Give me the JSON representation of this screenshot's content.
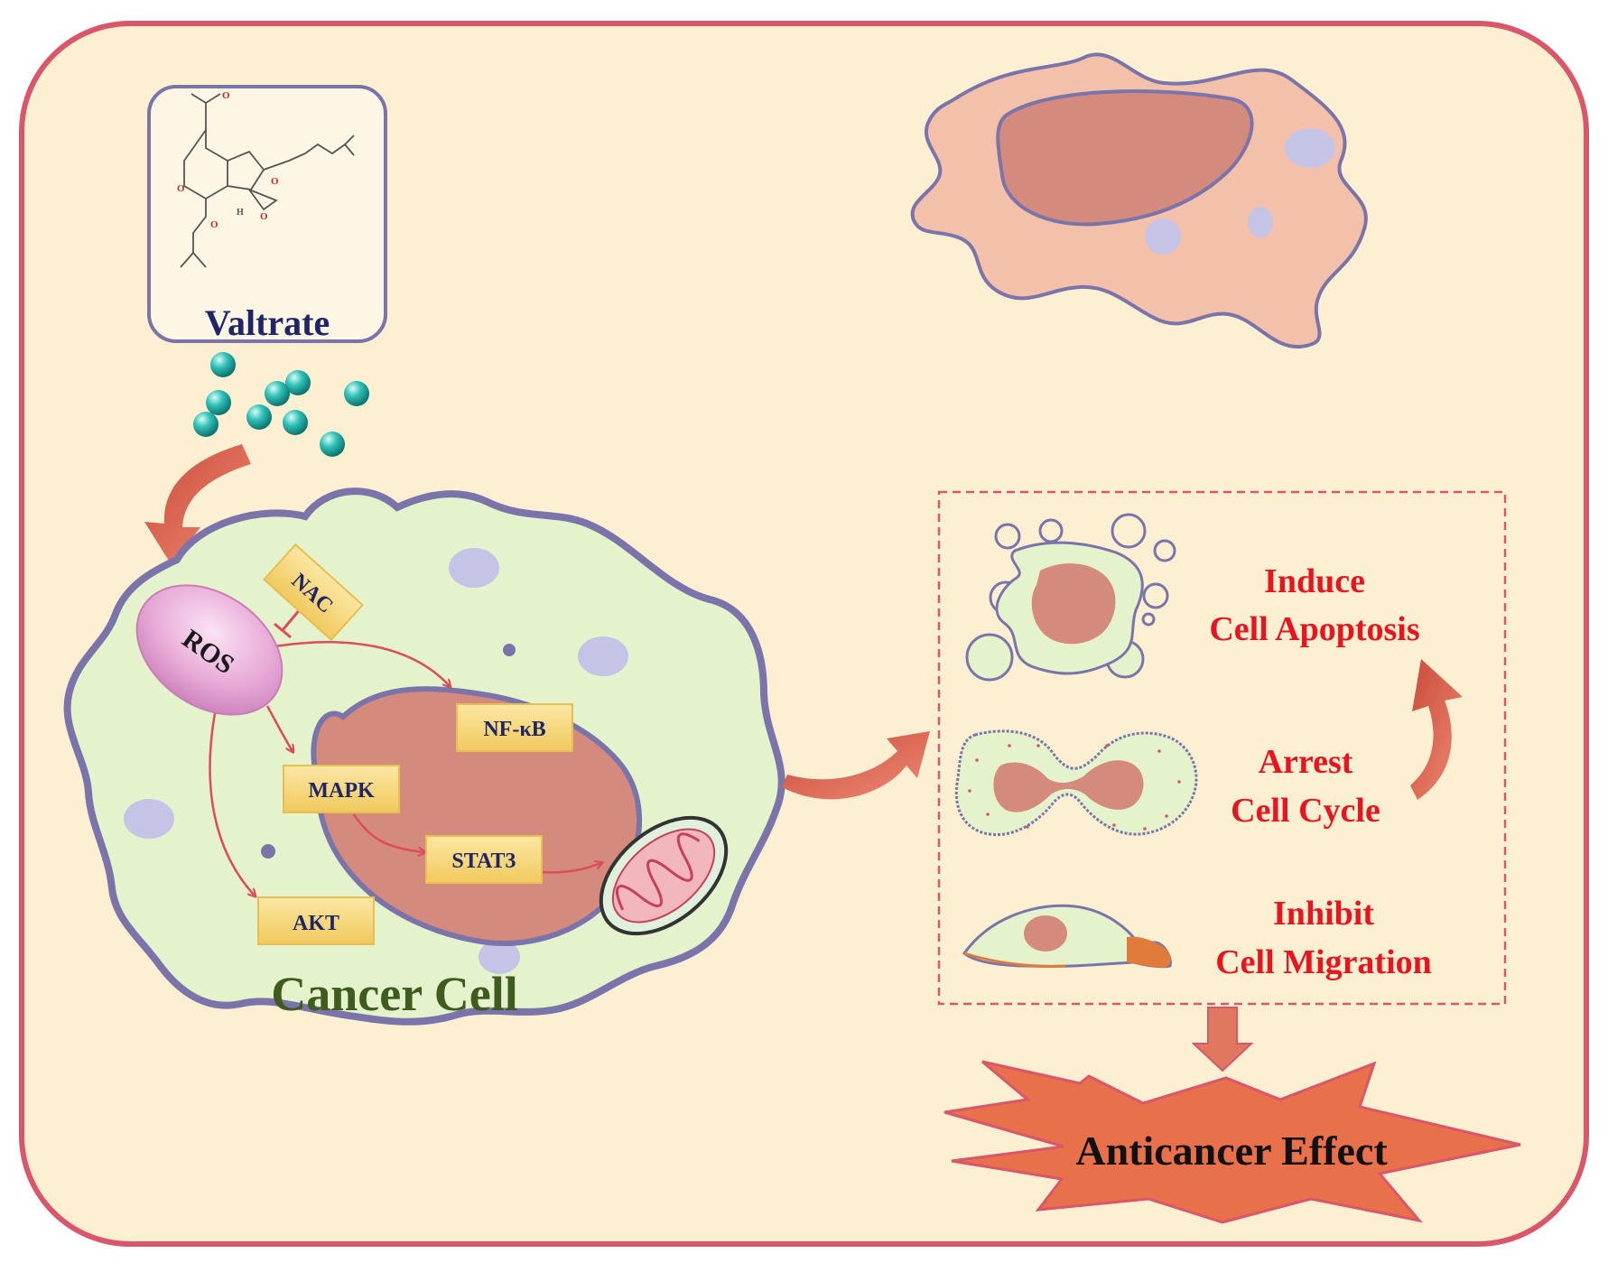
{
  "compound": {
    "name": "Valtrate"
  },
  "cell": {
    "label": "Cancer Cell"
  },
  "pathway": {
    "ros": "ROS",
    "nac": "NAC",
    "nfkb": "NF-κB",
    "mapk": "MAPK",
    "stat3": "STAT3",
    "akt": "AKT"
  },
  "effects": {
    "apoptosis": {
      "line1": "Induce",
      "line2": "Cell Apoptosis"
    },
    "cycle": {
      "line1": "Arrest",
      "line2": "Cell Cycle"
    },
    "migration": {
      "line1": "Inhibit",
      "line2": "Cell Migration"
    }
  },
  "outcome": {
    "label": "Anticancer Effect"
  },
  "colors": {
    "background": "#fdf0d2",
    "frame": "#d9566b",
    "cell_fill": "#e5f3cc",
    "membrane": "#7b74aa",
    "nucleus": "#d48a7c",
    "label_box": "#f6d77a",
    "ros": "#e7a8d6",
    "effect_text": "#e8141e",
    "compound_text": "#1f2566",
    "cell_text": "#3f5b1e",
    "arrow": "#dd5a4a"
  },
  "icons": {
    "molecules": "teal-sphere-icon",
    "mitochondrion": "mitochondrion-icon"
  }
}
